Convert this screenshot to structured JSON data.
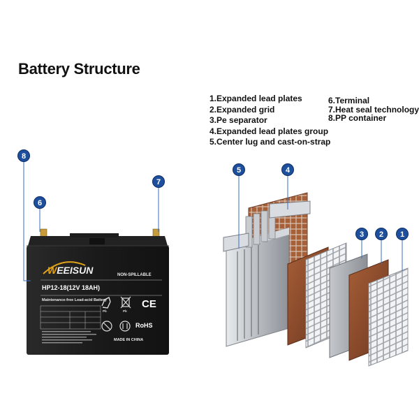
{
  "title": "Battery Structure",
  "legend_left": [
    "1.Expanded lead plates",
    "2.Expanded grid",
    "3.Pe separator",
    "4.Expanded lead plates group",
    "5.Center lug and cast-on-strap"
  ],
  "legend_right": [
    "6.Terminal",
    "7.Heat seal technology",
    "8.PP container"
  ],
  "callouts": [
    "8",
    "6",
    "7",
    "5",
    "4",
    "3",
    "2",
    "1"
  ],
  "battery_label": {
    "brand_w": "W",
    "brand_rest": "EEISUN",
    "non_spillable": "NON-SPILLABLE",
    "model": "HP12-18(12V 18AH)",
    "type": "Maintenance-free Lead-acid Battery",
    "pb_1": "Pb",
    "pb_2": "Pb",
    "ce": "CE",
    "rohs": "RoHS",
    "made_in": "MADE IN CHINA"
  },
  "colors": {
    "badge": "#1e4f9c",
    "battery": "#1b1b1b",
    "terminal": "#c79a3a",
    "lead_plate": "#8b4a2b",
    "grid": "#c9ccd1",
    "separator": "#9aa0a6"
  }
}
